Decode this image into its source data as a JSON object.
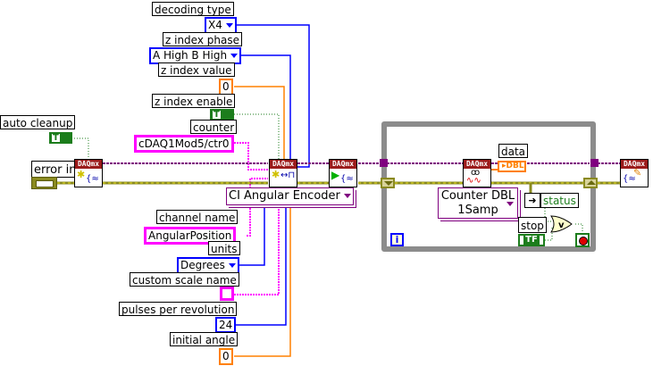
{
  "diagram": {
    "type": "LabVIEW block diagram",
    "controls": {
      "decoding_type": {
        "label": "decoding type",
        "value": "X4"
      },
      "z_index_phase": {
        "label": "z index phase",
        "value": "A High B High"
      },
      "z_index_value": {
        "label": "z index value",
        "value": "0"
      },
      "z_index_enable": {
        "label": "z index enable",
        "value": "T"
      },
      "counter": {
        "label": "counter",
        "value": "cDAQ1Mod5/ctr0"
      },
      "auto_cleanup": {
        "label": "auto cleanup",
        "value": "T"
      },
      "error_in": {
        "label": "error in"
      },
      "channel_name": {
        "label": "channel name",
        "value": "AngularPosition"
      },
      "units": {
        "label": "units",
        "value": "Degrees"
      },
      "custom_scale_name": {
        "label": "custom scale name",
        "value": ""
      },
      "pulses_per_revolution": {
        "label": "pulses per revolution",
        "value": "24"
      },
      "initial_angle": {
        "label": "initial angle",
        "value": "0"
      }
    },
    "nodes": {
      "create_task": {
        "header": "DAQmx",
        "function": "Create Task"
      },
      "create_channel": {
        "header": "DAQmx",
        "function": "Create Virtual Channel",
        "selector": "CI Angular Encoder"
      },
      "start_task": {
        "header": "DAQmx",
        "function": "Start Task"
      },
      "read": {
        "header": "DAQmx",
        "function": "Read",
        "selector_line1": "Counter DBL",
        "selector_line2": "1Samp"
      },
      "clear_task": {
        "header": "DAQmx",
        "function": "Clear Task"
      }
    },
    "loop": {
      "indicators": {
        "data": {
          "label": "data",
          "type": "DBL"
        },
        "status": {
          "label": "status"
        },
        "stop": {
          "label": "stop",
          "value": "TF"
        }
      },
      "iteration_terminal": "i",
      "or_gate": "v"
    },
    "colors": {
      "enum_wire": "#0000ff",
      "numeric_wire": "#ff8000",
      "string_wire": "#ff00ff",
      "boolean_wire": "#1c7d1c",
      "task_wire": "#7f007f",
      "error_wire": "#8a8a20",
      "daqmx_header": "#9b1b1b",
      "loop_border": "#8c8c8c"
    }
  }
}
